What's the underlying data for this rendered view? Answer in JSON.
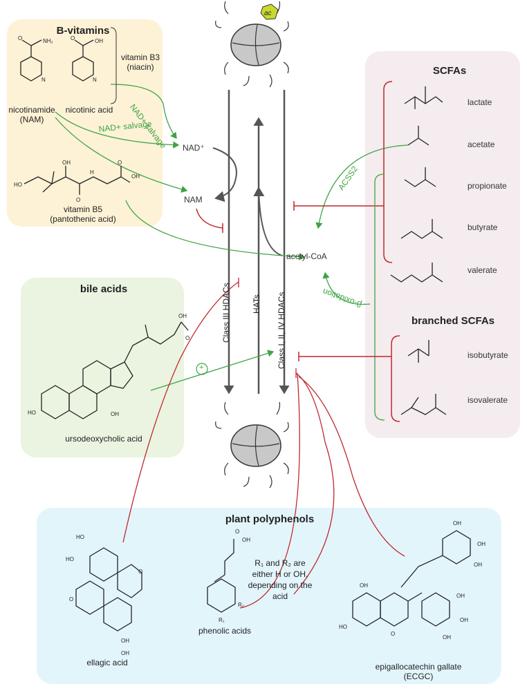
{
  "panels": {
    "bvitamins": {
      "title": "B-vitamins",
      "nicotinamide": "nicotinamide",
      "nicotinamide_abbr": "(NAM)",
      "nicotinic_acid": "nicotinic acid",
      "vitamin_b3": "vitamin B3",
      "vitamin_b3_alt": "(niacin)",
      "vitamin_b5": "vitamin B5",
      "vitamin_b5_alt": "(pantothenic acid)"
    },
    "scfas": {
      "title": "SCFAs",
      "items": [
        "lactate",
        "acetate",
        "propionate",
        "butyrate",
        "valerate"
      ],
      "branched_title": "branched SCFAs",
      "branched_items": [
        "isobutyrate",
        "isovalerate"
      ]
    },
    "bile": {
      "title": "bile acids",
      "compound": "ursodeoxycholic acid"
    },
    "polyphenols": {
      "title": "plant polyphenols",
      "ellagic": "ellagic acid",
      "phenolic": "phenolic acids",
      "ecgc": "epigallocatechin gallate",
      "ecgc_abbr": "(ECGC)",
      "note_line1": "R₁ and R₂ are",
      "note_line2": "either H or OH,",
      "note_line3": "depending on the",
      "note_line4": "acid"
    }
  },
  "center": {
    "nad_plus": "NAD⁺",
    "nam": "NAM",
    "acetyl_coa": "acetyl-CoA",
    "class3": "Class III HDACs",
    "hats": "HATs",
    "class124": "Class I, II, IV HDACs",
    "acetyl_mark": "ac"
  },
  "arrows": {
    "nad_salvage_1": "NAD+ salvage",
    "nad_salvage_2": "NAD+ salvage",
    "acss2": "ACSS2",
    "beta_oxidation": "β-oxidation",
    "plus": "+"
  },
  "colors": {
    "activation": "#3fa345",
    "inhibition": "#c0272d",
    "main": "#555555",
    "bvit_bg": "#fdf2d6",
    "scfa_bg": "#f4ecee",
    "bile_bg": "#eaf4e0",
    "poly_bg": "#e2f5fb"
  }
}
